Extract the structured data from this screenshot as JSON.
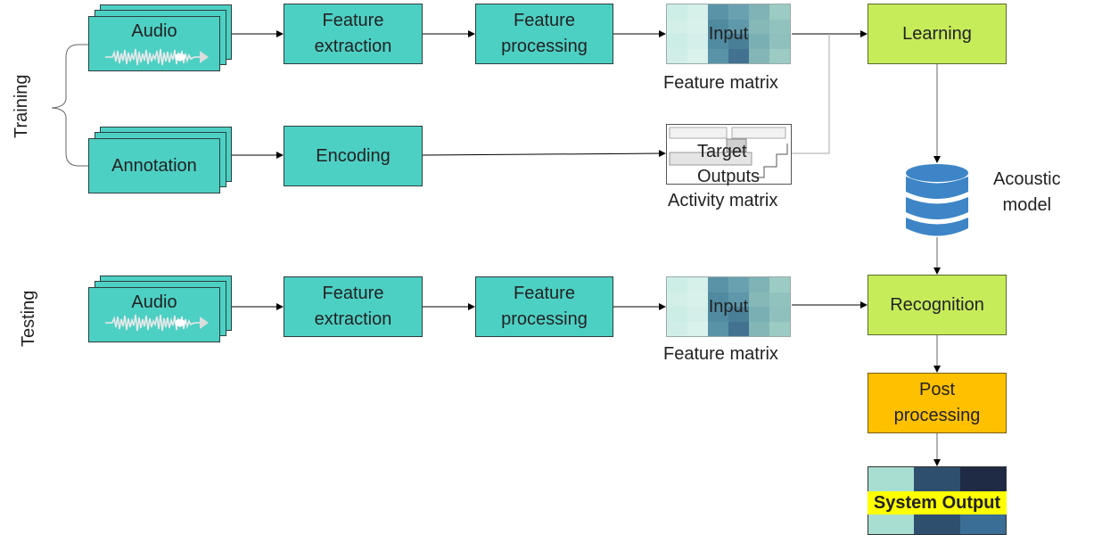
{
  "training_label": "Training",
  "testing_label": "Testing",
  "training": {
    "audio": "Audio",
    "annotation": "Annotation",
    "feature_extraction": "Feature\nextraction",
    "feature_processing": "Feature\nprocessing",
    "encoding": "Encoding",
    "input": "Input",
    "feature_matrix": "Feature matrix",
    "target_outputs": "Target\nOutputs",
    "activity_matrix": "Activity matrix",
    "learning": "Learning"
  },
  "acoustic_model": "Acoustic\nmodel",
  "testing": {
    "audio": "Audio",
    "feature_extraction": "Feature\nextraction",
    "feature_processing": "Feature\nprocessing",
    "input": "Input",
    "feature_matrix": "Feature matrix",
    "recognition": "Recognition",
    "post_processing": "Post\nprocessing",
    "system_output": "System Output"
  },
  "colors": {
    "teal": "#4dd0c4",
    "green": "#c6ec5a",
    "orange": "#ffc000",
    "database": "#3d85c6",
    "highlight": "#ffff00"
  }
}
